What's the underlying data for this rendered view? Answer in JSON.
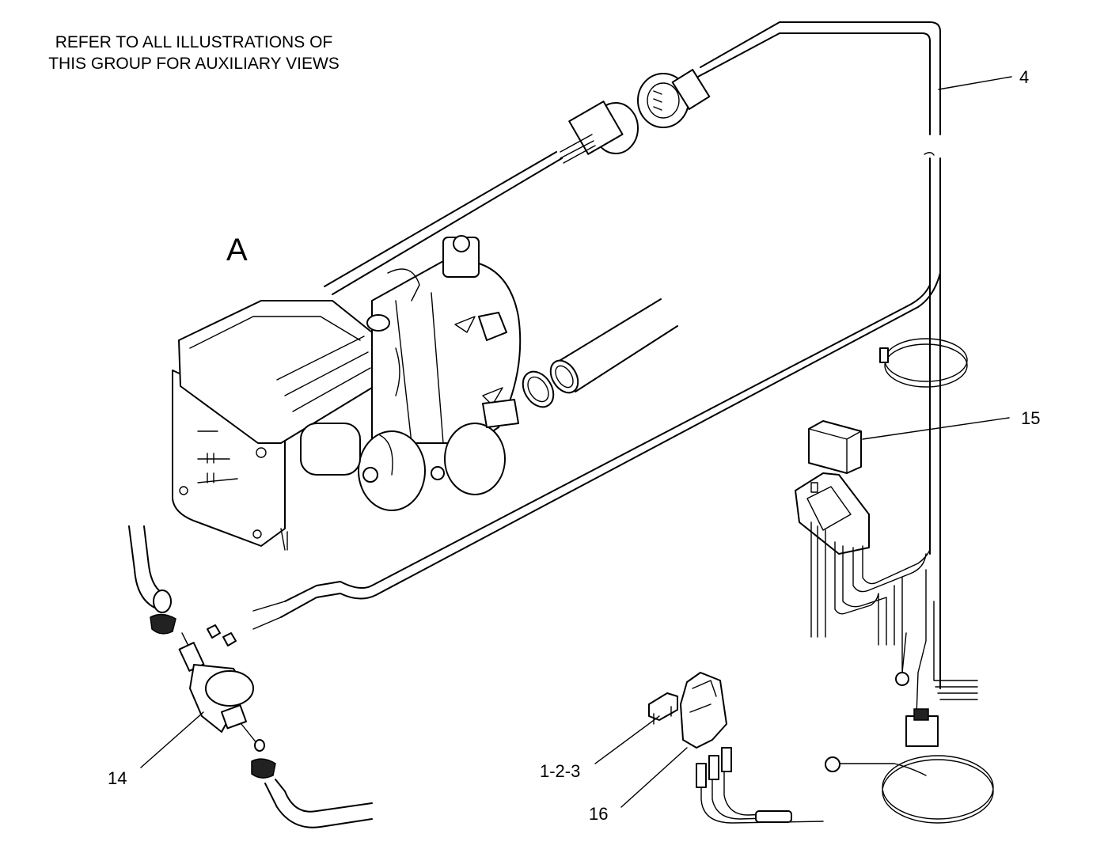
{
  "note": {
    "line1": "REFER TO ALL ILLUSTRATIONS OF",
    "line2": "THIS GROUP FOR AUXILIARY VIEWS"
  },
  "view_label": "A",
  "callouts": {
    "c4": "4",
    "c15": "15",
    "c14": "14",
    "c123": "1-2-3",
    "c16": "16"
  }
}
